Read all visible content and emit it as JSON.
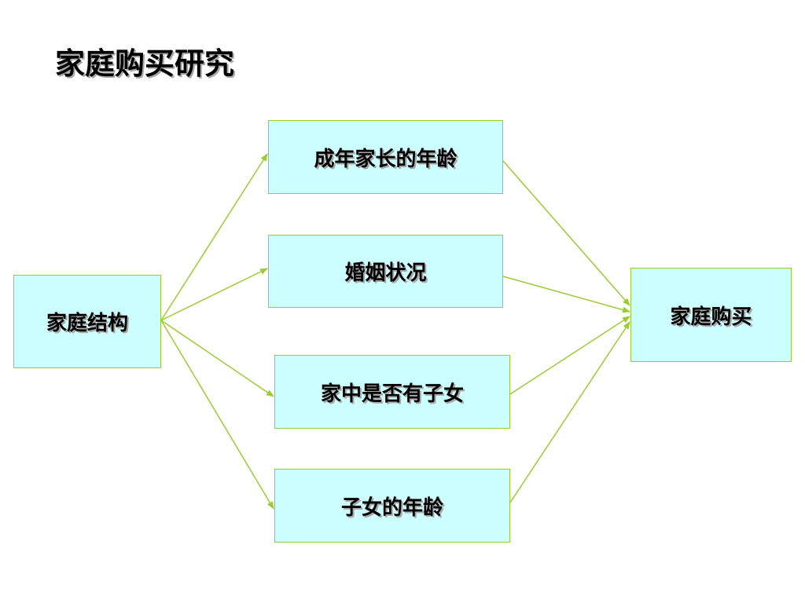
{
  "title": "家庭购买研究",
  "colors": {
    "box_fill": "#ccffff",
    "box_border": "#99cc33",
    "arrow": "#99cc33",
    "text": "#000000"
  },
  "nodes": {
    "source": "家庭结构",
    "middle": [
      "成年家长的年龄",
      "婚姻状况",
      "家中是否有子女",
      "子女的年龄"
    ],
    "target": "家庭购买"
  },
  "edges": [
    [
      "家庭结构",
      "成年家长的年龄"
    ],
    [
      "家庭结构",
      "婚姻状况"
    ],
    [
      "家庭结构",
      "家中是否有子女"
    ],
    [
      "家庭结构",
      "子女的年龄"
    ],
    [
      "成年家长的年龄",
      "家庭购买"
    ],
    [
      "婚姻状况",
      "家庭购买"
    ],
    [
      "家中是否有子女",
      "家庭购买"
    ],
    [
      "子女的年龄",
      "家庭购买"
    ]
  ]
}
